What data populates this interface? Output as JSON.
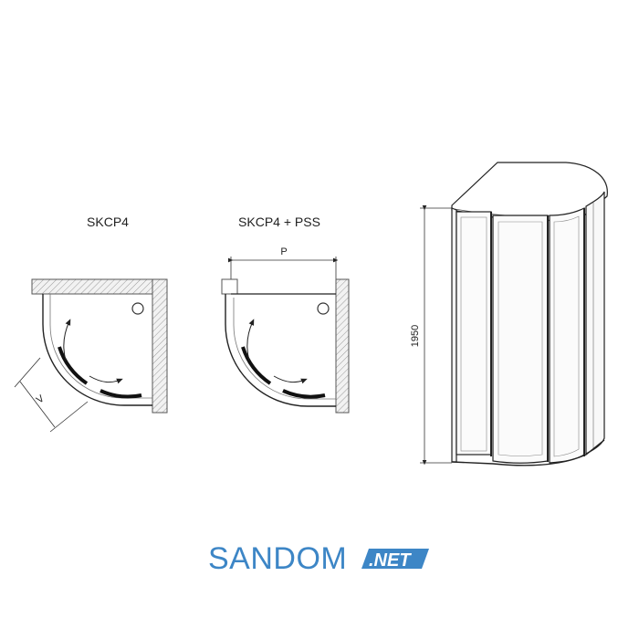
{
  "diagrams": {
    "left": {
      "title": "SKCP4",
      "dimension_label": "V"
    },
    "middle": {
      "title": "SKCP4 + PSS",
      "dimension_label": "P"
    },
    "right": {
      "height_label": "1950"
    }
  },
  "logo": {
    "name": "SANDOM",
    "tag": ".NET",
    "color": "#3d86c6"
  }
}
